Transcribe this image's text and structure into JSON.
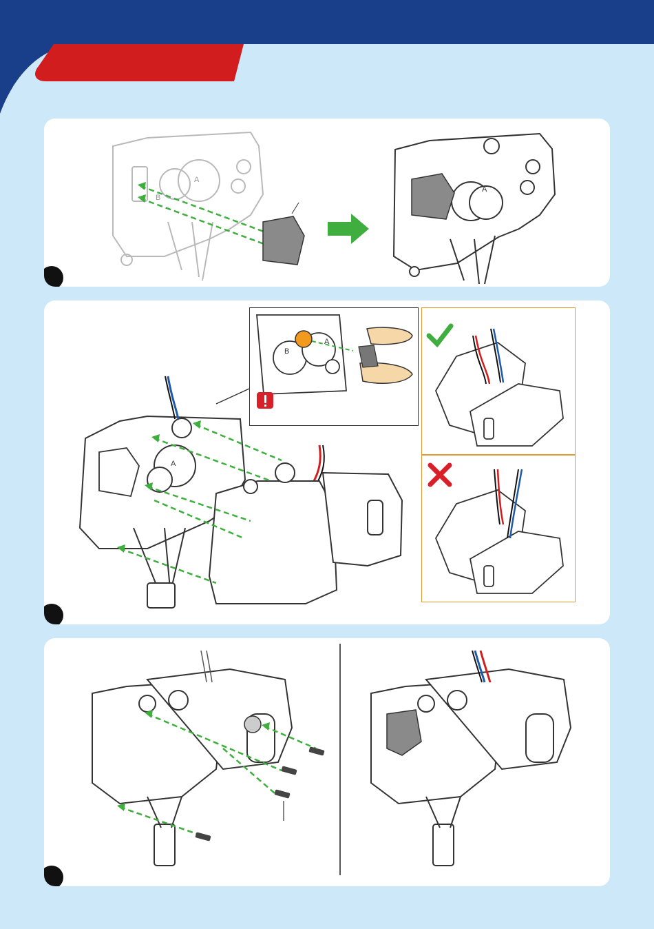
{
  "colors": {
    "header_blue": "#1a3f8a",
    "ribbon_red": "#d11d1d",
    "page_bg": "#cde8f8",
    "guide_green": "#3fae3f",
    "frame_orange": "#e29a30",
    "warning_red": "#d8202a",
    "part_gray": "#8a8a8a"
  },
  "steps": [
    {
      "id": 1,
      "number": "",
      "icon": "step-number-dot"
    },
    {
      "id": 2,
      "number": "",
      "icon": "step-number-dot"
    },
    {
      "id": 3,
      "number": "",
      "icon": "step-number-dot"
    }
  ],
  "icons": {
    "next_arrow": "green-arrow-icon",
    "warning": "exclamation-warning-icon",
    "correct": "green-check-icon",
    "incorrect": "red-cross-icon"
  },
  "gear_labels": {
    "a": "A",
    "b": "B"
  }
}
